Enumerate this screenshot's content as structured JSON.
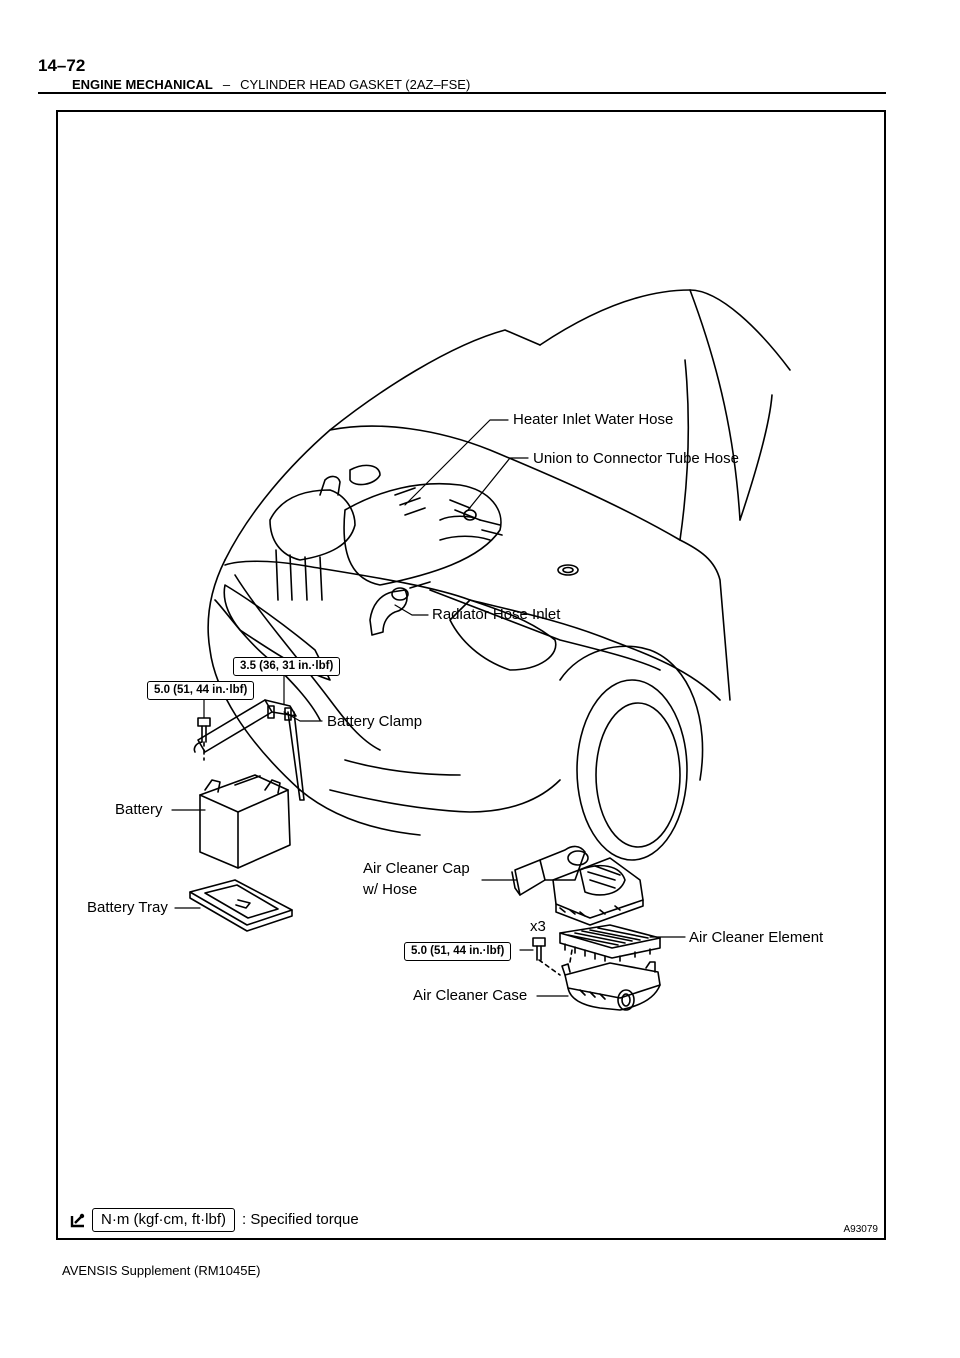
{
  "header": {
    "page_number": "14–72",
    "section": "ENGINE MECHANICAL",
    "separator": "–",
    "subsection": "CYLINDER HEAD GASKET (2AZ–FSE)"
  },
  "figure": {
    "id": "A93079",
    "labels": {
      "heater_inlet_water_hose": "Heater Inlet Water Hose",
      "union_to_connector_tube_hose": "Union to Connector Tube Hose",
      "radiator_hose_inlet": "Radiator Hose Inlet",
      "battery_clamp": "Battery Clamp",
      "battery": "Battery",
      "battery_tray": "Battery Tray",
      "air_cleaner_cap_line1": "Air Cleaner Cap",
      "air_cleaner_cap_line2": "w/ Hose",
      "air_cleaner_element": "Air Cleaner Element",
      "air_cleaner_case": "Air Cleaner Case",
      "bolt_count": "x3"
    },
    "torques": {
      "battery_clamp_nut": "3.5 (36, 31 in.·lbf)",
      "battery_clamp_bolt": "5.0 (51, 44 in.·lbf)",
      "air_cleaner_bolt": "5.0 (51, 44 in.·lbf)"
    },
    "legend": {
      "unit": "N·m (kgf·cm, ft·lbf)",
      "text": ": Specified torque"
    }
  },
  "footer": {
    "text": "AVENSIS Supplement   (RM1045E)"
  }
}
